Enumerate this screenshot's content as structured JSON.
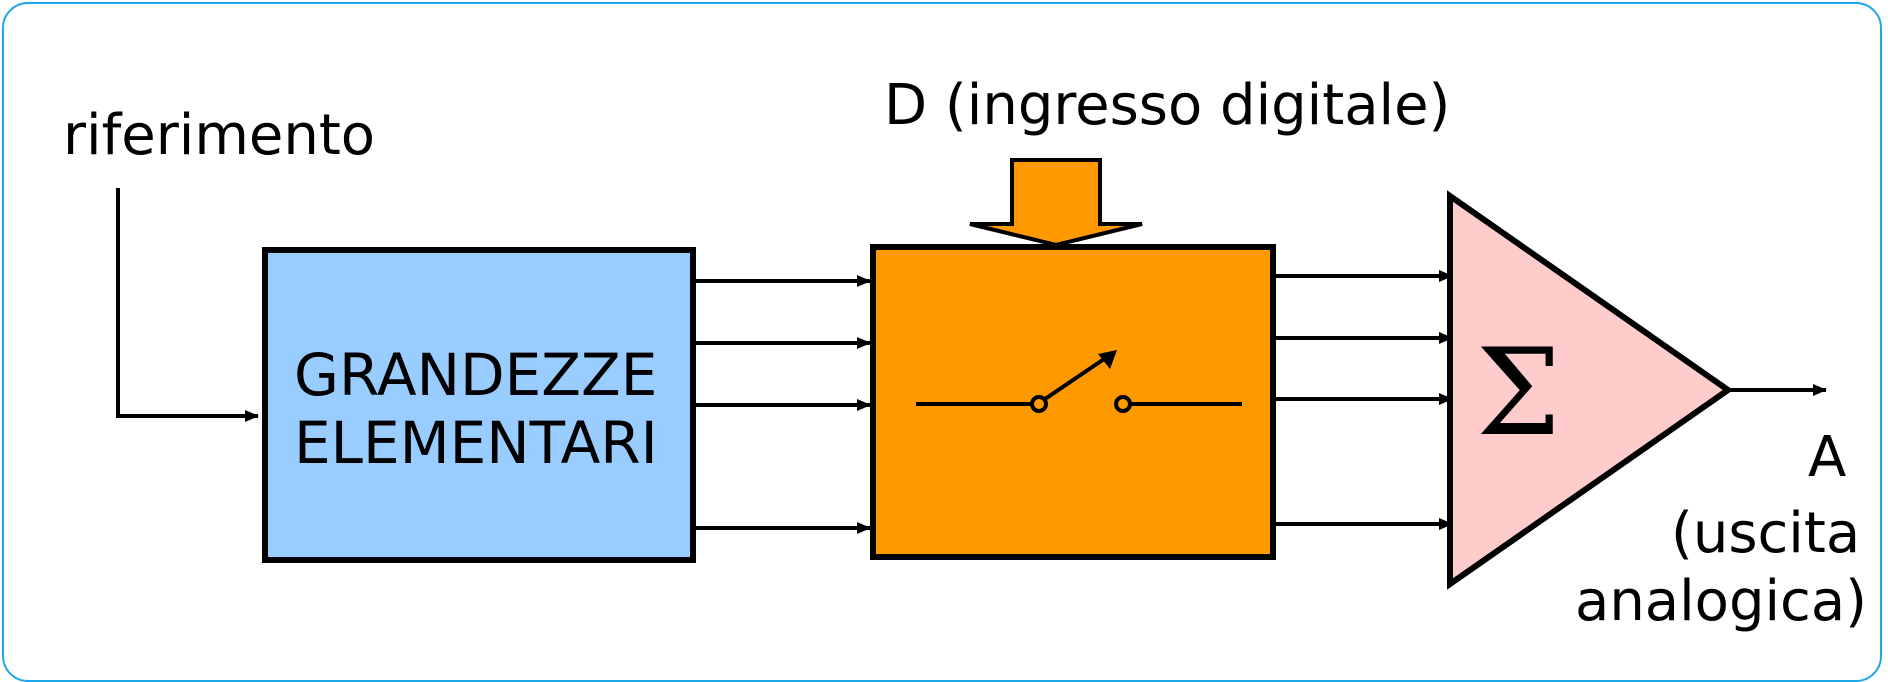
{
  "labels": {
    "riferimento": "riferimento",
    "ingresso": "D (ingresso digitale)",
    "block_line1": "GRANDEZZE",
    "block_line2": "ELEMENTARI",
    "sigma": "Σ",
    "out_a": "A",
    "out_uscita": "(uscita",
    "out_analogica": "analogica)"
  },
  "colors": {
    "block_fill": "#99ccff",
    "switch_fill": "#ff9900",
    "arrow_fill": "#ff9900",
    "summer_fill": "#ffcccc",
    "frame": "#1ea7e6"
  }
}
